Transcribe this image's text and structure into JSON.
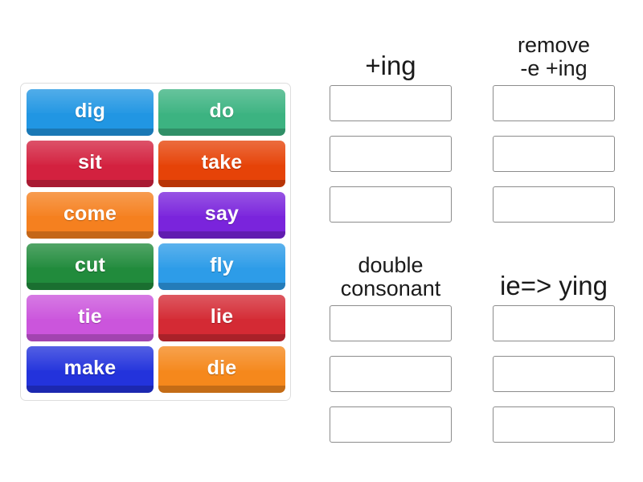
{
  "tray": {
    "name": "word-tile-tray",
    "tiles": [
      {
        "label": "dig",
        "color": "#2196E3"
      },
      {
        "label": "do",
        "color": "#3CB381"
      },
      {
        "label": "sit",
        "color": "#D3213F"
      },
      {
        "label": "take",
        "color": "#E64308"
      },
      {
        "label": "come",
        "color": "#F5801F"
      },
      {
        "label": "say",
        "color": "#7A24DC"
      },
      {
        "label": "cut",
        "color": "#218B3C"
      },
      {
        "label": "fly",
        "color": "#2D9CE8"
      },
      {
        "label": "tie",
        "color": "#CB55DC"
      },
      {
        "label": "lie",
        "color": "#D42A34"
      },
      {
        "label": "make",
        "color": "#2333DC"
      },
      {
        "label": "die",
        "color": "#F5881C"
      }
    ]
  },
  "categories": [
    {
      "title": "+ing",
      "title_size": "size-lg",
      "slots": 3
    },
    {
      "title": "remove\n-e +ing",
      "title_size": "size-md",
      "slots": 3
    },
    {
      "title": "double\nconsonant",
      "title_size": "size-md",
      "slots": 3
    },
    {
      "title": "ie=> ying",
      "title_size": "size-lg",
      "slots": 3
    }
  ],
  "theme": {
    "page_background": "#ffffff",
    "tray_border": "#dedede",
    "dropzone_border": "#8c8c8c",
    "title_color": "#1a1a1a",
    "tile_text_color": "#ffffff"
  }
}
